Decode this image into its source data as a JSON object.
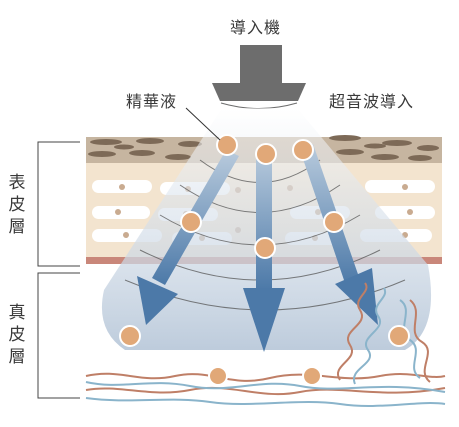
{
  "labels": {
    "device": "導入機",
    "serum": "精華液",
    "ultrasonic": "超音波導入",
    "epidermis": "表皮層",
    "dermis": "真皮層"
  },
  "colors": {
    "device": "#6d6d6d",
    "skin_top": "#c6b5a0",
    "cell_dark": "#7d6a57",
    "epidermis_band": "#f3e4cf",
    "basal_band": "#c9877a",
    "serum_dot": "#e1a878",
    "arrow": "#4c79a8",
    "fiber_brown": "#bf7f67",
    "fiber_blue": "#8ab4cb"
  }
}
